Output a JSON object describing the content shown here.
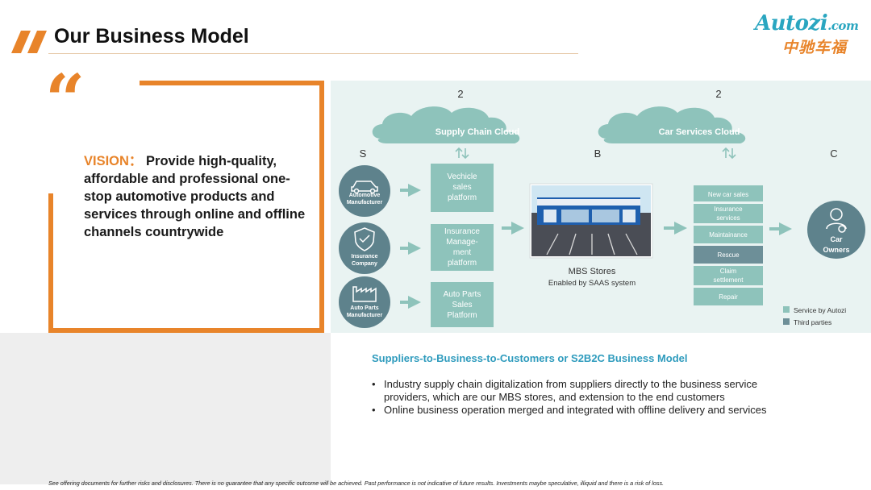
{
  "header": {
    "title": "Our Business Model"
  },
  "logo": {
    "english": "Autozi",
    "domain": ".com",
    "chinese": "中驰车福"
  },
  "vision": {
    "label": "VISION：",
    "text": "Provide high-quality, affordable and professional one-stop automotive products and services through online and offline channels countrywide"
  },
  "diagram": {
    "clouds": [
      {
        "number": "2",
        "label": "Supply Chain Cloud"
      },
      {
        "number": "2",
        "label": "Car Services Cloud"
      }
    ],
    "columns": {
      "s": "S",
      "b": "B",
      "c": "C"
    },
    "suppliers": [
      {
        "line1": "Automotive",
        "line2": "Manufacturer",
        "icon": "car-icon"
      },
      {
        "line1": "Insurance",
        "line2": "Company",
        "icon": "shield-icon"
      },
      {
        "line1": "Auto Parts",
        "line2": "Manufacturer",
        "icon": "factory-icon"
      }
    ],
    "platforms": [
      {
        "lines": [
          "Vechicle",
          "sales",
          "platform"
        ]
      },
      {
        "lines": [
          "Insurance",
          "Manage-",
          "ment",
          "platform"
        ]
      },
      {
        "lines": [
          "Auto Parts",
          "Sales",
          "Platform"
        ]
      }
    ],
    "store": {
      "label": "MBS Stores",
      "sublabel": "Enabled by SAAS system"
    },
    "services": [
      {
        "lines": [
          "New car sales"
        ],
        "type": "autozi"
      },
      {
        "lines": [
          "Insurance",
          "services"
        ],
        "type": "autozi"
      },
      {
        "lines": [
          "Maintainance"
        ],
        "type": "autozi"
      },
      {
        "lines": [
          "Rescue"
        ],
        "type": "third"
      },
      {
        "lines": [
          "Claim",
          "settlement"
        ],
        "type": "autozi"
      },
      {
        "lines": [
          "Repair"
        ],
        "type": "autozi"
      }
    ],
    "customer": {
      "line1": "Car",
      "line2": "Owners"
    },
    "legend": {
      "autozi": "Service by Autozi",
      "third": "Third parties"
    },
    "colors": {
      "box": "#8ec3bb",
      "third": "#6d8f98",
      "circle": "#5e828c",
      "cloud": "#8ec3bb",
      "arrow": "#8ec3bb",
      "background": "#e9f3f2"
    }
  },
  "s2b2c": {
    "title": "Suppliers-to-Business-to-Customers or S2B2C Business Model",
    "bullets": [
      "Industry supply chain digitalization from suppliers directly to the business service providers, which are our MBS stores, and extension to the end customers",
      "Online business operation merged and integrated with offline delivery and services"
    ]
  },
  "disclaimer": "See offering documents for further risks and disclosures. There is no guarantee that any specific outcome will be achieved. Past performance is not indicative of future results. Investments maybe speculative, illiquid and there is a risk of loss."
}
